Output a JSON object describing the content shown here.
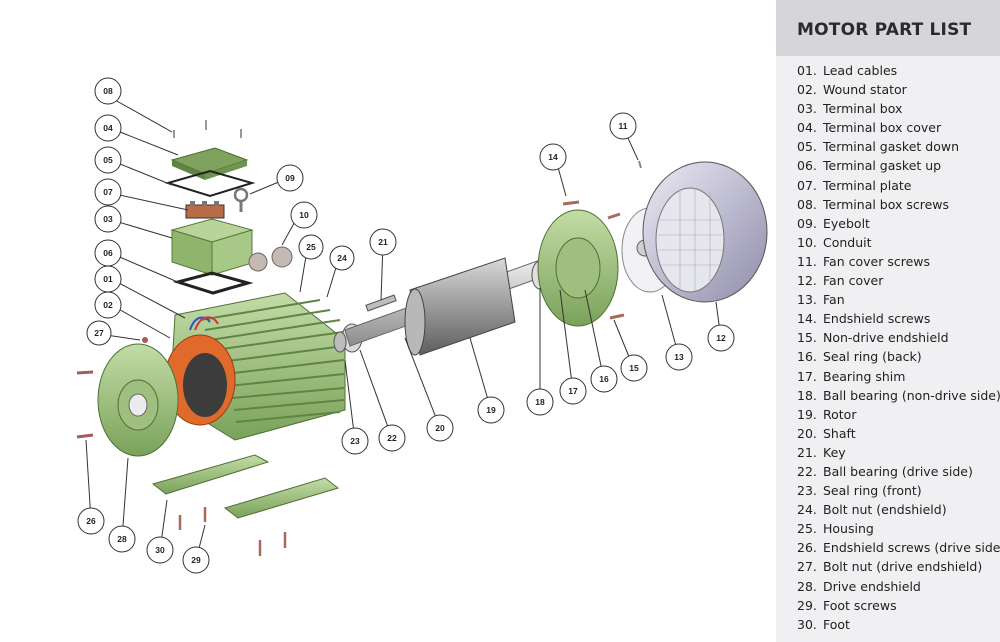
{
  "panel": {
    "title": "MOTOR PART LIST",
    "parts": [
      {
        "num": "01.",
        "name": "Lead cables"
      },
      {
        "num": "02.",
        "name": "Wound stator"
      },
      {
        "num": "03.",
        "name": "Terminal box"
      },
      {
        "num": "04.",
        "name": "Terminal box cover"
      },
      {
        "num": "05.",
        "name": "Terminal gasket down"
      },
      {
        "num": "06.",
        "name": "Terminal gasket up"
      },
      {
        "num": "07.",
        "name": "Terminal plate"
      },
      {
        "num": "08.",
        "name": "Terminal box screws"
      },
      {
        "num": "09.",
        "name": "Eyebolt"
      },
      {
        "num": "10.",
        "name": "Conduit"
      },
      {
        "num": "11.",
        "name": "Fan cover screws"
      },
      {
        "num": "12.",
        "name": "Fan cover"
      },
      {
        "num": "13.",
        "name": "Fan"
      },
      {
        "num": "14.",
        "name": "Endshield screws"
      },
      {
        "num": "15.",
        "name": "Non-drive endshield"
      },
      {
        "num": "16.",
        "name": "Seal ring (back)"
      },
      {
        "num": "17.",
        "name": "Bearing shim"
      },
      {
        "num": "18.",
        "name": "Ball bearing (non-drive side)"
      },
      {
        "num": "19.",
        "name": "Rotor"
      },
      {
        "num": "20.",
        "name": "Shaft"
      },
      {
        "num": "21.",
        "name": "Key"
      },
      {
        "num": "22.",
        "name": "Ball bearing (drive side)"
      },
      {
        "num": "23.",
        "name": "Seal ring (front)"
      },
      {
        "num": "24.",
        "name": "Bolt nut (endshield)"
      },
      {
        "num": "25.",
        "name": "Housing"
      },
      {
        "num": "26.",
        "name": "Endshield screws (drive side)"
      },
      {
        "num": "27.",
        "name": "Bolt nut (drive endshield)"
      },
      {
        "num": "28.",
        "name": "Drive endshield"
      },
      {
        "num": "29.",
        "name": "Foot screws"
      },
      {
        "num": "30.",
        "name": "Foot"
      }
    ]
  },
  "callouts": [
    "08",
    "04",
    "05",
    "07",
    "03",
    "06",
    "01",
    "02",
    "27",
    "09",
    "10",
    "25",
    "24",
    "21",
    "14",
    "11",
    "23",
    "22",
    "20",
    "19",
    "18",
    "17",
    "16",
    "15",
    "13",
    "12",
    "26",
    "28",
    "30",
    "29"
  ],
  "colors": {
    "part_green": "#a9c98a",
    "part_green_dark": "#6f9a52",
    "winding_orange": "#e0662a",
    "shaft_grey": "#c9c9c9",
    "fan_cover": "#d5d3e6"
  }
}
